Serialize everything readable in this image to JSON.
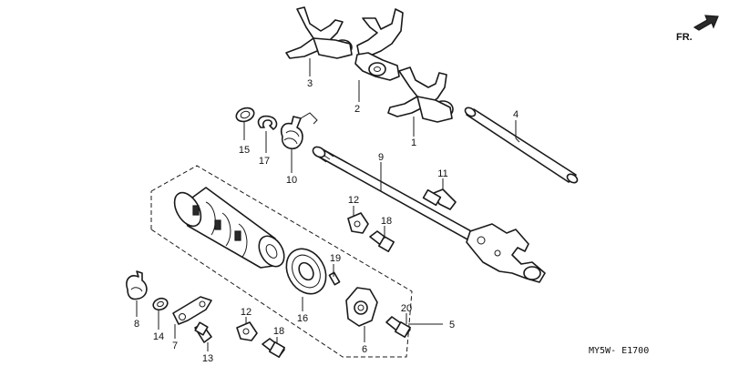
{
  "diagram": {
    "direction_label": "FR.",
    "code": "MY5W- E1700",
    "callouts": {
      "c1": "1",
      "c2": "2",
      "c3": "3",
      "c4": "4",
      "c5": "5",
      "c6": "6",
      "c7": "7",
      "c8": "8",
      "c9": "9",
      "c10": "10",
      "c11": "11",
      "c12a": "12",
      "c12b": "12",
      "c13": "13",
      "c14": "14",
      "c15": "15",
      "c16": "16",
      "c17": "17",
      "c18a": "18",
      "c18b": "18",
      "c19": "19",
      "c20": "20"
    }
  }
}
